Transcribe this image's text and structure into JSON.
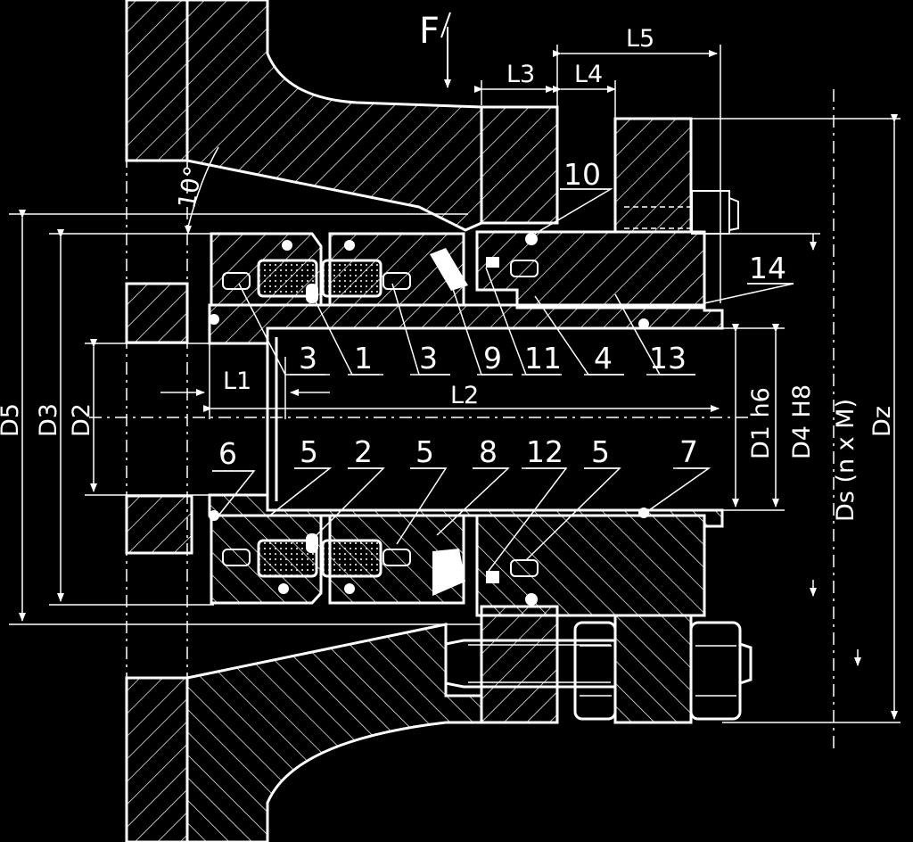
{
  "force_label": "F",
  "angle_label": "10°",
  "part_labels_upper": [
    "3",
    "1",
    "3",
    "9",
    "11",
    "4",
    "13"
  ],
  "part_labels_lower": [
    "6",
    "5",
    "2",
    "5",
    "8",
    "12",
    "5",
    "7"
  ],
  "part_label_10": "10",
  "part_label_14": "14",
  "dim_labels": {
    "L1": "L1",
    "L2": "L2",
    "L3": "L3",
    "L4": "L4",
    "L5": "L5",
    "D1": "D1 h6",
    "D2": "D2",
    "D3": "D3",
    "D4": "D4  H8",
    "D5": "D5",
    "Ds": "Ds (n x M)",
    "Dz": "Dz"
  },
  "colors": {
    "background": "#000000",
    "lines": "#ffffff"
  }
}
